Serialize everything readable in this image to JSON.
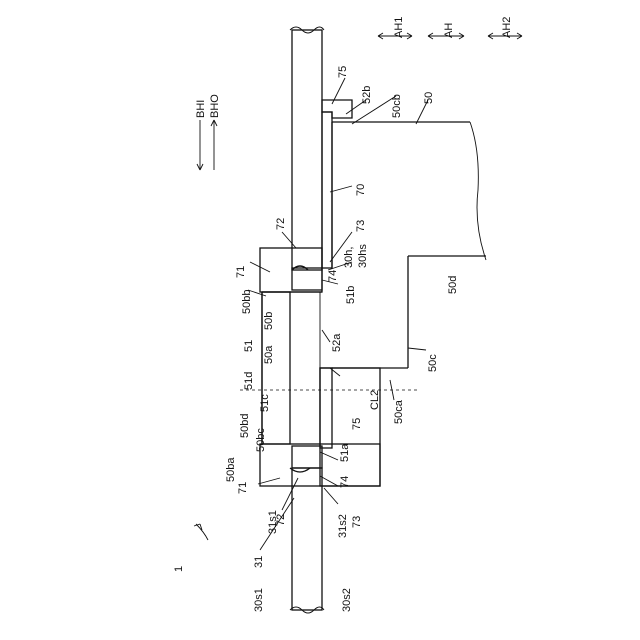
{
  "labels": {
    "AH1": "AH1",
    "AH": "AH",
    "AH2": "AH2",
    "BHI": "BHI",
    "BHO": "BHO",
    "n75_top": "75",
    "n52b": "52b",
    "n50cb": "50cb",
    "n50": "50",
    "n70": "70",
    "n73_top": "73",
    "n30h": "30h,",
    "n30hs": "30hs",
    "n72_top": "72",
    "n71_top": "71",
    "n74_top": "74",
    "n51b": "51b",
    "n50bb": "50bb",
    "n50b": "50b",
    "n52a": "52a",
    "n50d": "50d",
    "n51": "51",
    "n50a": "50a",
    "n50c": "50c",
    "n51d": "51d",
    "nCL2": "CL2",
    "n50ca": "50ca",
    "n51c": "51c",
    "n50bd": "50bd",
    "n50bc": "50bc",
    "n75_mid": "75",
    "n51a": "51a",
    "n50ba": "50ba",
    "n74_bot": "74",
    "n71_bot": "71",
    "n31s1": "31s1",
    "n72_bot": "72",
    "n31s2": "31s2",
    "n73_bot": "73",
    "n31": "31",
    "n1": "1",
    "n30s1": "30s1",
    "n30s2": "30s2"
  }
}
